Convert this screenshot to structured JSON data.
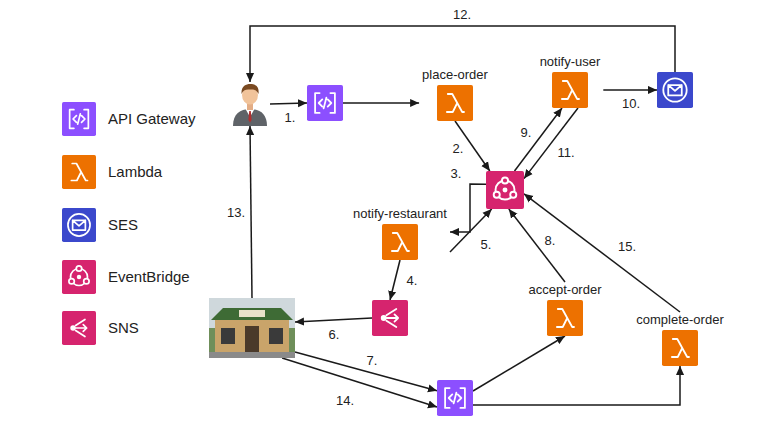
{
  "diagram": {
    "nodes": [
      {
        "text": []
      },
      {
        "text": []
      },
      {
        "text": [
          "place-order"
        ]
      },
      {
        "text": [
          "notify-user"
        ]
      },
      {
        "text": []
      },
      {
        "text": []
      },
      {
        "text": [
          "notify-restaurant"
        ]
      },
      {
        "text": [
          "accept-order"
        ]
      },
      {
        "text": [
          "complete-order"
        ]
      },
      {
        "text": []
      },
      {
        "text": []
      },
      {
        "text": []
      }
    ],
    "edges": [
      {
        "from": 0,
        "to": 1,
        "arrow": "to",
        "label": "1."
      },
      {
        "from": 1,
        "to": 2,
        "arrow": "to"
      },
      {
        "from": 2,
        "to": 5,
        "arrow": "to",
        "label": "2."
      },
      {
        "from": 5,
        "to": 6,
        "arrow": "to",
        "label": "3."
      },
      {
        "from": 6,
        "to": 9,
        "arrow": "to",
        "label": "4."
      },
      {
        "from": 6,
        "to": 5,
        "arrow": "to",
        "label": "5."
      },
      {
        "from": 9,
        "to": 10,
        "arrow": "to",
        "label": "6."
      },
      {
        "from": 10,
        "to": 11,
        "arrow": "to",
        "label": "7."
      },
      {
        "from": 11,
        "to": 7,
        "arrow": "to"
      },
      {
        "from": 7,
        "to": 5,
        "arrow": "to",
        "label": "8."
      },
      {
        "from": 5,
        "to": 3,
        "arrow": "to",
        "label": "9."
      },
      {
        "from": 3,
        "to": 4,
        "arrow": "to",
        "label": "10."
      },
      {
        "from": 3,
        "to": 5,
        "arrow": "to",
        "label": "11."
      },
      {
        "from": 4,
        "to": 0,
        "arrow": "to",
        "label": "12."
      },
      {
        "from": 10,
        "to": 0,
        "arrow": "to",
        "label": "13."
      },
      {
        "from": 10,
        "to": 11,
        "arrow": "to",
        "label": "14."
      },
      {
        "from": 11,
        "to": 8,
        "arrow": "to"
      },
      {
        "from": 8,
        "to": 5,
        "arrow": "to",
        "label": "15."
      }
    ],
    "legend": [
      {
        "text": "API Gateway"
      },
      {
        "text": "Lambda"
      },
      {
        "text": "SES"
      },
      {
        "text": "EventBridge"
      },
      {
        "text": "SNS"
      }
    ]
  }
}
